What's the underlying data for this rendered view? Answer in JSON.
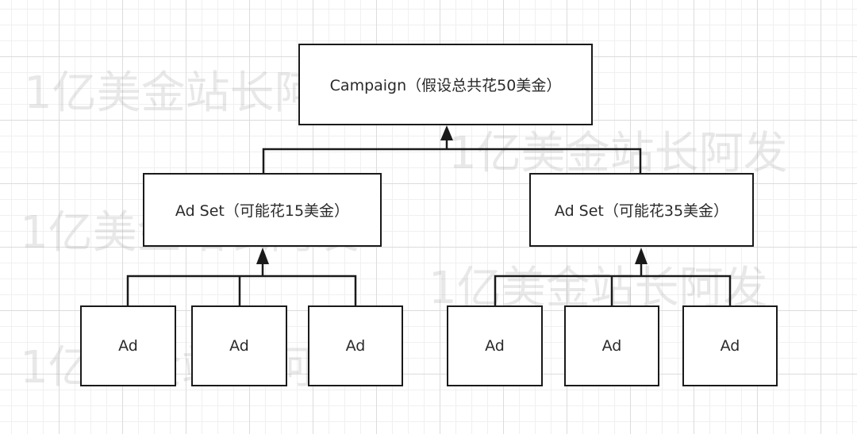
{
  "diagram": {
    "campaign": {
      "label": "Campaign（假设总共花50美金）"
    },
    "adsets": [
      {
        "label": "Ad Set（可能花15美金）"
      },
      {
        "label": "Ad Set（可能花35美金）"
      }
    ],
    "ads": [
      {
        "label": "Ad"
      },
      {
        "label": "Ad"
      },
      {
        "label": "Ad"
      },
      {
        "label": "Ad"
      },
      {
        "label": "Ad"
      },
      {
        "label": "Ad"
      }
    ]
  },
  "watermark": {
    "text": "1亿美金站长阿发"
  },
  "colors": {
    "line": "#1a1a1a",
    "text": "#2a2a2a",
    "grid": "#dcdcdc"
  }
}
